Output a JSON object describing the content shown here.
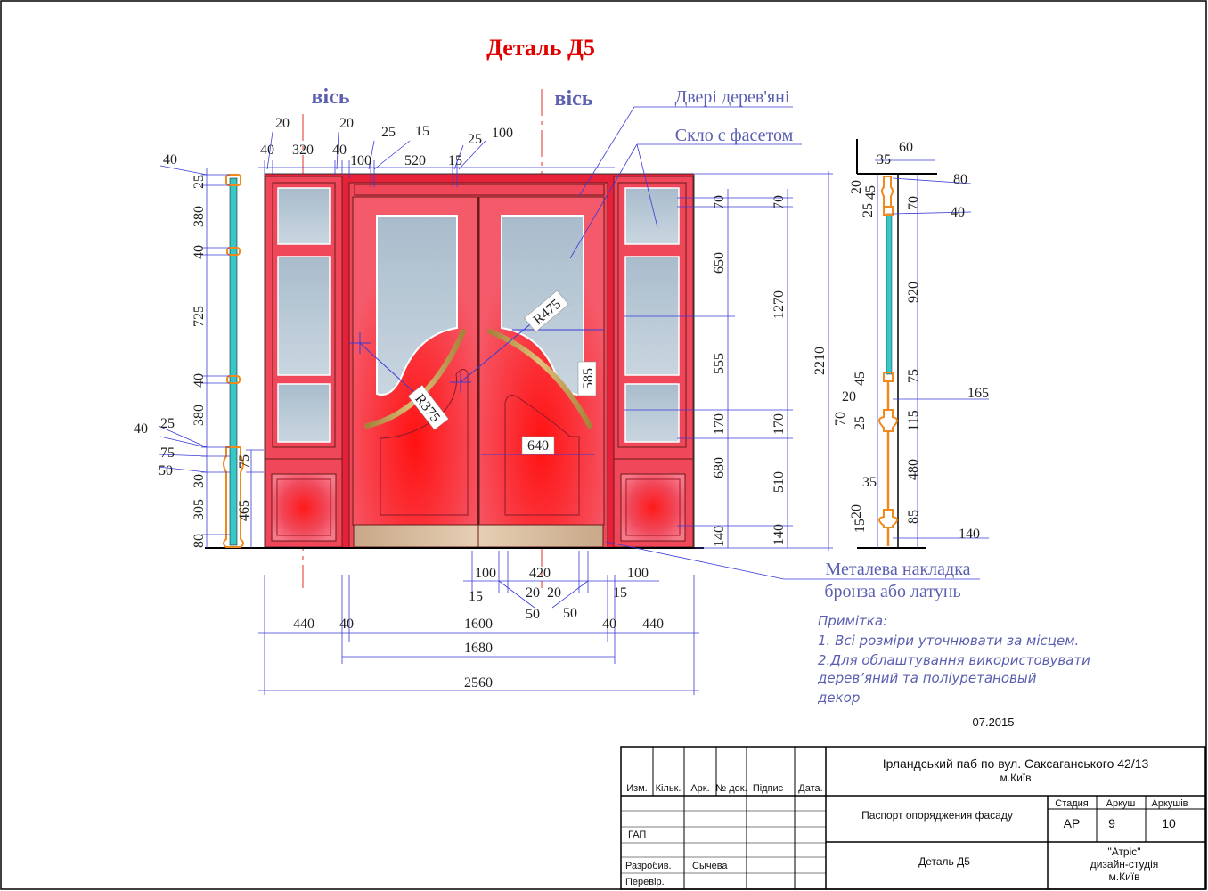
{
  "title": "Деталь Д5",
  "axis_labels": [
    "вісь",
    "вісь"
  ],
  "callouts": {
    "doors": "Двері дерев'яні",
    "glass": "Скло с фасетом",
    "plate_line1": "Металева накладка",
    "plate_line2": "бронза або латунь"
  },
  "notes": {
    "heading": "Примітка:",
    "line1": "1. Всі розміри уточнювати за місцем.",
    "line2": "2.Для облаштування використовувати",
    "line3": "дерев’яний та поліуретановый",
    "line4": "декор"
  },
  "date": "07.2015",
  "dimensions": {
    "top": {
      "d20a": "20",
      "d20b": "20",
      "d40a": "40",
      "d320": "320",
      "d40b": "40",
      "d25a": "25",
      "d15a": "15",
      "d100a": "100",
      "d520": "520",
      "d15b": "15",
      "d25b": "25",
      "d100b": "100"
    },
    "left_section": {
      "d40top": "40",
      "d25": "25",
      "d380a": "380",
      "d40a": "40",
      "d725": "725",
      "d40b": "40",
      "d380b": "380",
      "d40c": "40",
      "d25b": "25",
      "d75": "75",
      "d50": "50",
      "d30": "30",
      "d305": "305",
      "d80": "80",
      "d75b": "75",
      "d465": "465"
    },
    "center": {
      "r475": "R475",
      "r375": "R375",
      "d585": "585",
      "d640": "640"
    },
    "right_chain": {
      "d70a": "70",
      "d70b": "70",
      "d650": "650",
      "d1270": "1270",
      "d555": "555",
      "d170a": "170",
      "d170b": "170",
      "d680": "680",
      "d510": "510",
      "d140a": "140",
      "d140b": "140",
      "d2210": "2210"
    },
    "side_section": {
      "d35": "35",
      "d60": "60",
      "d80": "80",
      "d20a": "20",
      "d45a": "45",
      "d25a": "25",
      "d70": "70",
      "d40": "40",
      "d920": "920",
      "d45b": "45",
      "d75": "75",
      "d20b": "20",
      "d165": "165",
      "d70b": "70",
      "d25b": "25",
      "d115": "115",
      "d480": "480",
      "d35b": "35",
      "d20c": "20",
      "d15": "15",
      "d85": "85",
      "d140": "140"
    },
    "bottom": {
      "d100a": "100",
      "d420": "420",
      "d100b": "100",
      "d15a": "15",
      "d20a": "20",
      "d20b": "20",
      "d15b": "15",
      "d50a": "50",
      "d50b": "50",
      "d440a": "440",
      "d40a": "40",
      "d1600": "1600",
      "d40b": "40",
      "d440b": "440",
      "d1680": "1680",
      "d2560": "2560"
    }
  },
  "title_block": {
    "project": "Ірландський паб по вул. Саксаганського 42/13",
    "city": "м.Київ",
    "headers": {
      "izm": "Изм.",
      "kilk": "Кільк.",
      "ark": "Арк.",
      "ndok": "№ док.",
      "pidpys": "Підпис",
      "data": "Дата."
    },
    "gap": "ГАП",
    "rozrobyv": "Разробив.",
    "author": "Сычева",
    "perevir": "Перевір.",
    "sheet_name": "Паспорт опоряджения фасаду",
    "drawing_name": "Деталь  Д5",
    "stage_header": "Стадия",
    "sheet_header": "Аркуш",
    "sheets_header": "Аркушів",
    "stage": "АР",
    "sheet": "9",
    "sheets": "10",
    "studio_name": "\"Атріс\"",
    "studio_type": "дизайн-студія",
    "studio_city": "м.Київ"
  },
  "colors": {
    "door_red": "#e8213a",
    "frame_red": "#f0485a",
    "glass": "#b9c9d6",
    "dim_blue": "#3a3ad8",
    "axis_red": "#e0302c",
    "title_red": "#e00000",
    "label_blue": "#5a5fb0",
    "brass": "#c9a050",
    "section_orange": "#f08a1c",
    "section_cyan": "#38c8c8"
  }
}
